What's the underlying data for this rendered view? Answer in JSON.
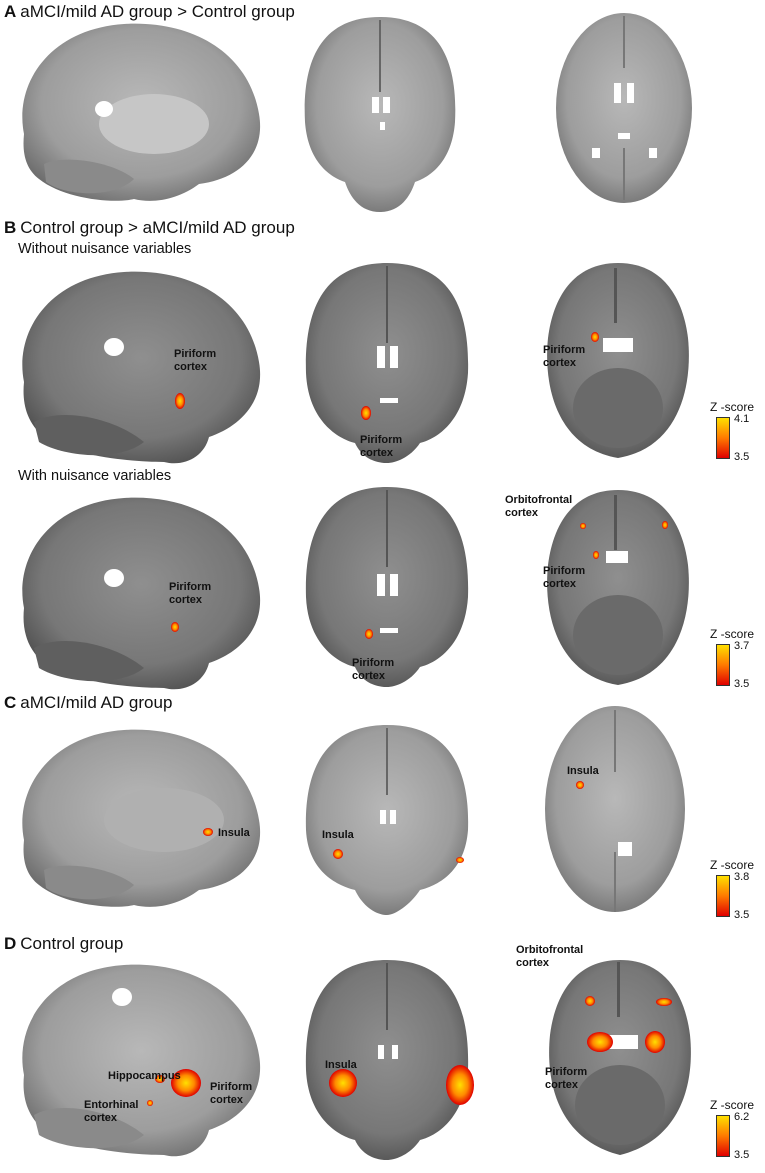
{
  "sections": {
    "A": {
      "letter": "A",
      "title": "aMCI/mild AD group > Control group"
    },
    "B": {
      "letter": "B",
      "title": "Control group > aMCI/mild AD group",
      "sub1": "Without nuisance variables",
      "sub2": "With nuisance variables"
    },
    "C": {
      "letter": "C",
      "title": "aMCI/mild AD group"
    },
    "D": {
      "letter": "D",
      "title": "Control group"
    }
  },
  "labels": {
    "piriform_1": "Piriform",
    "piriform_2": "cortex",
    "orbitofrontal_1": "Orbitofrontal",
    "orbitofrontal_2": "cortex",
    "insula": "Insula",
    "hippocampus": "Hippocampus",
    "entorhinal_1": "Entorhinal",
    "entorhinal_2": "cortex"
  },
  "scales": {
    "b1": {
      "title": "Z -score",
      "max": "4.1",
      "min": "3.5"
    },
    "b2": {
      "title": "Z -score",
      "max": "3.7",
      "min": "3.5"
    },
    "c": {
      "title": "Z -score",
      "max": "3.8",
      "min": "3.5"
    },
    "d": {
      "title": "Z -score",
      "max": "6.2",
      "min": "3.5"
    }
  },
  "colors": {
    "blob_core": "#ffe000",
    "blob_mid": "#ff7a00",
    "blob_edge": "#e00000"
  }
}
